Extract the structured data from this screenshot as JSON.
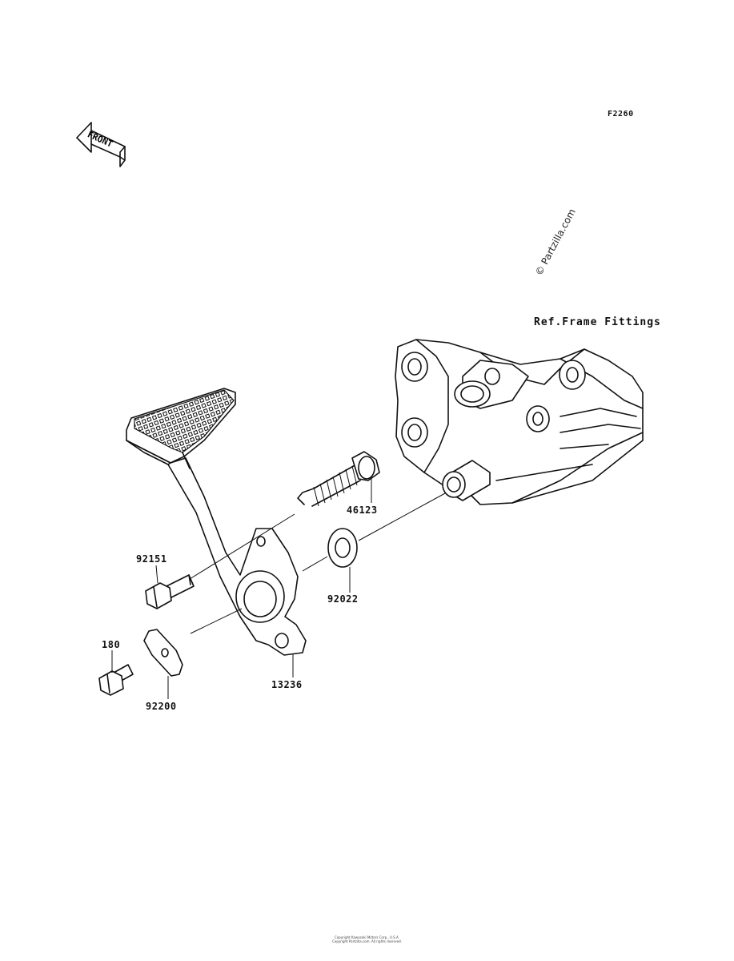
{
  "figure_code": "F2260",
  "front_arrow_label": "FRONT",
  "watermark": "© Partzilla.com",
  "reference_label": "Ref.Frame Fittings",
  "parts": [
    {
      "number": "46123"
    },
    {
      "number": "92151"
    },
    {
      "number": "92022"
    },
    {
      "number": "180"
    },
    {
      "number": "13236"
    },
    {
      "number": "92200"
    }
  ],
  "copyright_lines": [
    "Copyright Kawasaki Motors Corp., U.S.A.",
    "Copyright Partzilla.com. All rights reserved."
  ]
}
